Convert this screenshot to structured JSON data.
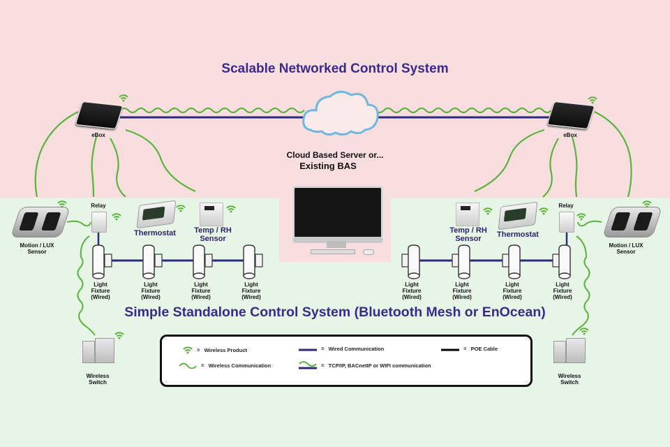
{
  "titles": {
    "top": "Scalable Networked Control System",
    "bottom": "Simple Standalone Control System (Bluetooth Mesh or EnOcean)"
  },
  "colors": {
    "title": "#3b2a8e",
    "wireless": "#5ab43c",
    "wired": "#2a2a80",
    "poe": "#000000",
    "cloud": "#6bb8e0",
    "top_bg": "#f8dede",
    "bottom_bg": "#e6f5e6"
  },
  "cloud": {
    "label_line1": "Cloud Based Server or...",
    "label_line2": "Existing BAS"
  },
  "left": {
    "ebox": "eBox",
    "motion": [
      "Motion / LUX",
      "Sensor"
    ],
    "relay": "Relay",
    "thermostat": "Thermostat",
    "temprh": [
      "Temp / RH",
      "Sensor"
    ],
    "fixtures": [
      [
        "Light",
        "Fixture",
        "(Wired)"
      ],
      [
        "Light",
        "Fixture",
        "(Wired)"
      ],
      [
        "Light",
        "Fixture",
        "(Wired)"
      ],
      [
        "Light",
        "Fixture",
        "(Wired)"
      ]
    ],
    "switch": [
      "Wireless",
      "Switch"
    ]
  },
  "right": {
    "ebox": "eBox",
    "motion": [
      "Motion / LUX",
      "Sensor"
    ],
    "relay": "Relay",
    "thermostat": "Thermostat",
    "temprh": [
      "Temp / RH",
      "Sensor"
    ],
    "fixtures": [
      [
        "Light",
        "Fixture",
        "(Wired)"
      ],
      [
        "Light",
        "Fixture",
        "(Wired)"
      ],
      [
        "Light",
        "Fixture",
        "(Wired)"
      ],
      [
        "Light",
        "Fixture",
        "(Wired)"
      ]
    ],
    "switch": [
      "Wireless",
      "Switch"
    ]
  },
  "legend": {
    "items": [
      {
        "symbol": "wifi-icon",
        "label": "Wireless Product"
      },
      {
        "symbol": "wired-line",
        "label": "Wired Communication"
      },
      {
        "symbol": "poe-line",
        "label": "POE Cable"
      },
      {
        "symbol": "wireless-wave",
        "label": "Wireless Communication"
      },
      {
        "symbol": "wave-over-wired",
        "label": "TCP/IP, BACnetIP or WIFI communication"
      }
    ],
    "equals": "="
  }
}
